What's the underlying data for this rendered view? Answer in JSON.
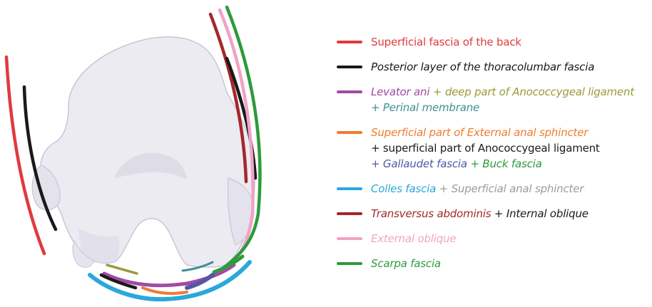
{
  "colors": {
    "red": "#e03a3e",
    "black": "#1a1a1a",
    "purple": "#a24aa6",
    "olive": "#9a9a38",
    "teal": "#3f8f94",
    "orange": "#ef7c30",
    "blue": "#2aa8dc",
    "gray": "#9c9c9c",
    "indigo": "#5258a6",
    "green": "#2e9a3c",
    "darkred": "#a3282a",
    "pink": "#f0a3c5",
    "bone": "#eceaf2"
  },
  "legend": [
    {
      "swatch": "red",
      "lines": [
        [
          {
            "text": "Superficial fascia of the back",
            "color": "red",
            "italic": false
          }
        ]
      ]
    },
    {
      "swatch": "black",
      "lines": [
        [
          {
            "text": "Posterior layer  of the thoracolumbar fascia",
            "color": "black",
            "italic": true
          }
        ]
      ]
    },
    {
      "swatch": "purple",
      "lines": [
        [
          {
            "text": "Levator ani",
            "color": "purple",
            "italic": true
          },
          {
            "text": " + deep part of Anococcygeal ligament",
            "color": "olive",
            "italic": true
          }
        ],
        [
          {
            "text": "+ Perinal membrane",
            "color": "teal",
            "italic": true
          }
        ]
      ]
    },
    {
      "swatch": "orange",
      "lines": [
        [
          {
            "text": "Superficial part of External anal sphincter",
            "color": "orange",
            "italic": true
          }
        ],
        [
          {
            "text": "+ superficial part of Anococcygeal ligament",
            "color": "black",
            "italic": false
          }
        ],
        [
          {
            "text": "+ Gallaudet fascia",
            "color": "indigo",
            "italic": true
          },
          {
            "text": " + Buck fascia",
            "color": "green",
            "italic": true
          }
        ]
      ]
    },
    {
      "swatch": "blue",
      "lines": [
        [
          {
            "text": "Colles fascia",
            "color": "blue",
            "italic": true
          },
          {
            "text": " + Superficial anal sphincter",
            "color": "gray",
            "italic": true
          }
        ]
      ]
    },
    {
      "swatch": "darkred",
      "lines": [
        [
          {
            "text": "Transversus abdominis",
            "color": "darkred",
            "italic": true
          },
          {
            "text": " + Internal oblique",
            "color": "black",
            "italic": true
          }
        ]
      ]
    },
    {
      "swatch": "pink",
      "lines": [
        [
          {
            "text": "External oblique",
            "color": "pink",
            "italic": true
          }
        ]
      ]
    },
    {
      "swatch": "green",
      "lines": [
        [
          {
            "text": "Scarpa fascia",
            "color": "green",
            "italic": true
          }
        ]
      ]
    }
  ]
}
